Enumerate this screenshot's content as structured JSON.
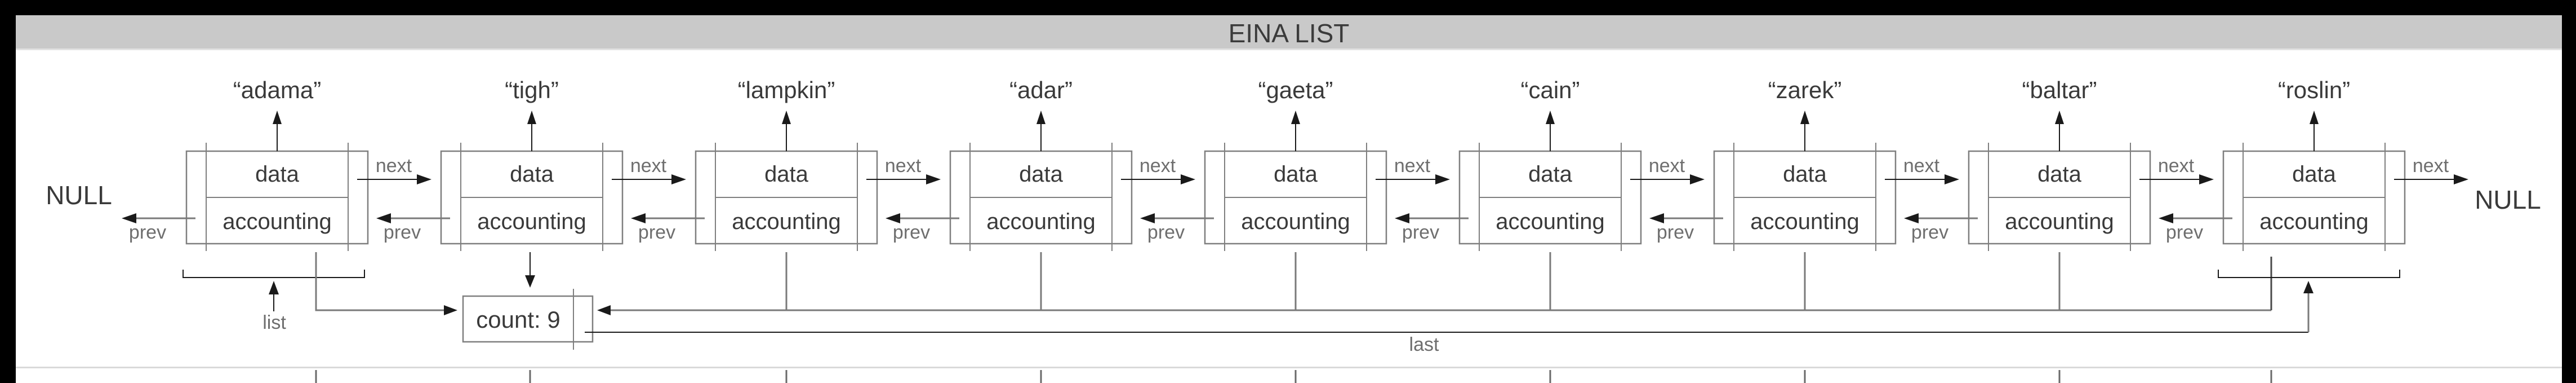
{
  "header": {
    "title": "EINA LIST"
  },
  "diagram": {
    "null_left": "NULL",
    "null_right": "NULL",
    "count_text": "count: 9",
    "list_label": "list",
    "last_label": "last",
    "field_labels": {
      "top": "data",
      "bottom": "accounting"
    },
    "pointer_labels": {
      "next": "next",
      "prev": "prev"
    },
    "nodes": [
      {
        "name": "“adama”"
      },
      {
        "name": "“tigh”"
      },
      {
        "name": "“lampkin”"
      },
      {
        "name": "“adar”"
      },
      {
        "name": "“gaeta”"
      },
      {
        "name": "“cain”"
      },
      {
        "name": "“zarek”"
      },
      {
        "name": "“baltar”"
      },
      {
        "name": "“roslin”"
      }
    ],
    "colors": {
      "frame": "#000000",
      "canvas": "#ffffff",
      "title_bar": "#c9c9c9",
      "title_text": "#3b3b3b",
      "box_stroke": "#7f7f7f",
      "text_dark": "#3a3a3a",
      "label_gray": "#6e6e6e",
      "line_gray": "#7a7a7a",
      "arrow_black": "#1a1a1a",
      "divider_light": "#d9d9d9",
      "stub_gray": "#6a6a6a"
    }
  }
}
